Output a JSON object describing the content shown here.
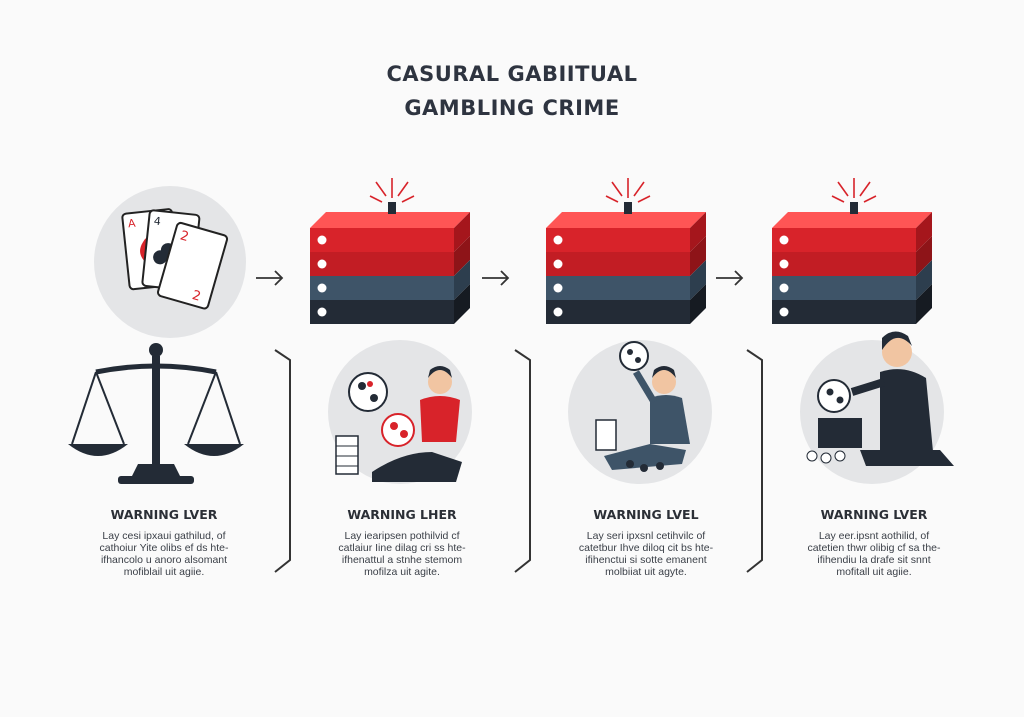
{
  "title": {
    "line1": "CASURAL GABIITUAL",
    "line2": "GAMBLING CRIME"
  },
  "colors": {
    "red": "#d8232a",
    "slate": "#3e5468",
    "navy": "#232b36",
    "gray_disc": "#e4e5e7"
  },
  "icons": [
    "playing-cards-icon",
    "justice-scale-icon",
    "alarm-stack-icon",
    "arrow-right-icon",
    "bracket-icon",
    "person-with-balls-icon"
  ],
  "stages": [
    {
      "heading": "WARNING LVER",
      "text": "Lay cesi ipxaui gathilud, of\ncathoiur Yite olibs ef ds hte-\nifhancolo u anoro alsomant\nmofiblail uit agiie."
    },
    {
      "heading": "WARNING LHER",
      "text": "Lay iearipsen pothilvid cf\ncatlaiur Iine dilag cri ss hte-\nifhenattul a stnhe stemom\nmofilza uit agite."
    },
    {
      "heading": "WARNING LVEL",
      "text": "Lay seri ipxsnl cetihvilc of\ncatetbur Ihve diloq cit bs hte-\nifihenctui si sotte emanent\nmolbiiat uit agyte."
    },
    {
      "heading": "WARNING LVER",
      "text": "Lay eer.ipsnt aothilid, of\ncatetien thwr olibig cf sa the-\nifihendiu la drafe sit snnt\nmofitall uit agiie."
    }
  ]
}
